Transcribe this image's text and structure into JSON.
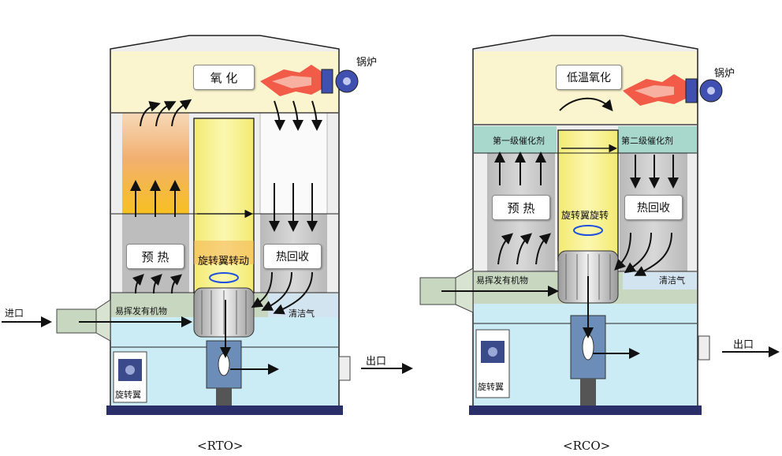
{
  "rto": {
    "oxidation_label": "氧 化",
    "burner_label": "锅炉",
    "preheat_label": "预 热",
    "rotor_label": "旋转翼转动",
    "heat_recovery_label": "热回收",
    "voc_label": "易挥发有机物",
    "clean_gas_label": "清洁气",
    "inlet_label": "进口",
    "outlet_label": "出口",
    "motor_label": "旋转翼",
    "caption": "<RTO>"
  },
  "rco": {
    "oxidation_label": "低温氧化",
    "burner_label": "锅炉",
    "catalyst1_label": "第一级催化剂",
    "catalyst2_label": "第二级催化剂",
    "preheat_label": "预 热",
    "rotor_label": "旋转翼旋转",
    "heat_recovery_label": "热回收",
    "voc_label": "易挥发有机物",
    "clean_gas_label": "清洁气",
    "outlet_label": "出口",
    "motor_label": "旋转翼",
    "caption": "<RCO>"
  },
  "colors": {
    "shell": "#eeeeee",
    "top_chamber": "#fbf5cf",
    "catalyst": "#a8d8cc",
    "preheat_gradient_top": "#f3c08a",
    "preheat_gradient_bottom": "#f5c030",
    "center_column": "#f7f08a",
    "lower_tank": "#ccecf5",
    "duct": "#c8d8c0",
    "base": "#2a2f6a",
    "flame": "#f04030",
    "burner": "#4050b0"
  }
}
